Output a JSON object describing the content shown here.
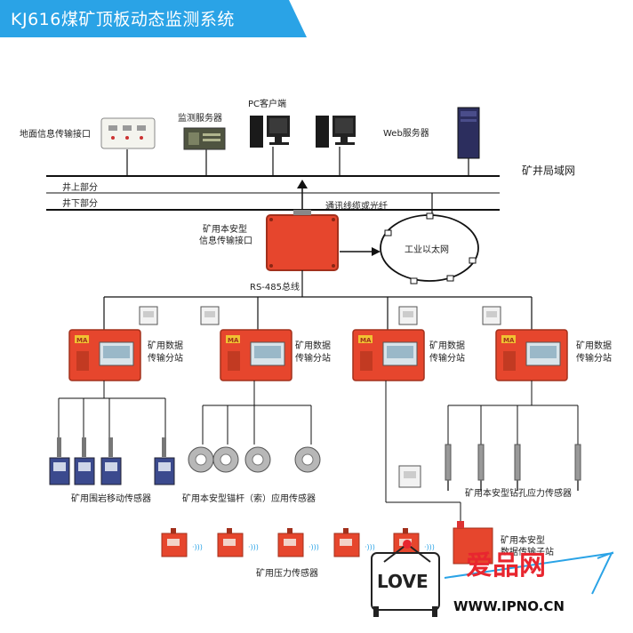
{
  "title": "KJ616煤矿顶板动态监测系统",
  "labels": {
    "ground_interface": "地面信息传输接口",
    "monitor_server": "监测服务器",
    "pc_client": "PC客户端",
    "web_server": "Web服务器",
    "mine_lan": "矿井局域网",
    "above_ground": "井上部分",
    "under_ground": "井下部分",
    "comm_cable": "通讯线缆或光纤",
    "safe_interface_1": "矿用本安型",
    "safe_interface_2": "信息传输接口",
    "ethernet": "工业以太网",
    "rs485": "RS-485总线",
    "substation_1": "矿用数据",
    "substation_2": "传输分站",
    "rock_sensor": "矿用围岩移动传感器",
    "anchor_sensor": "矿用本安型锚杆（索）应用传感器",
    "drill_sensor": "矿用本安型钻孔应力传感器",
    "pressure_sensor": "矿用压力传感器",
    "substation_b1": "矿用本安型",
    "substation_b2": "数据传输子站",
    "ma_badge": "MA",
    "wm_cn": "爱品网",
    "wm_love": "LOVE",
    "wm_url": "WWW.IPNO.CN"
  },
  "colors": {
    "banner": "#2aa3e6",
    "red": "#e6462d",
    "dark_red": "#b8301c",
    "line": "#111111",
    "watermark_red": "#e8262f"
  }
}
